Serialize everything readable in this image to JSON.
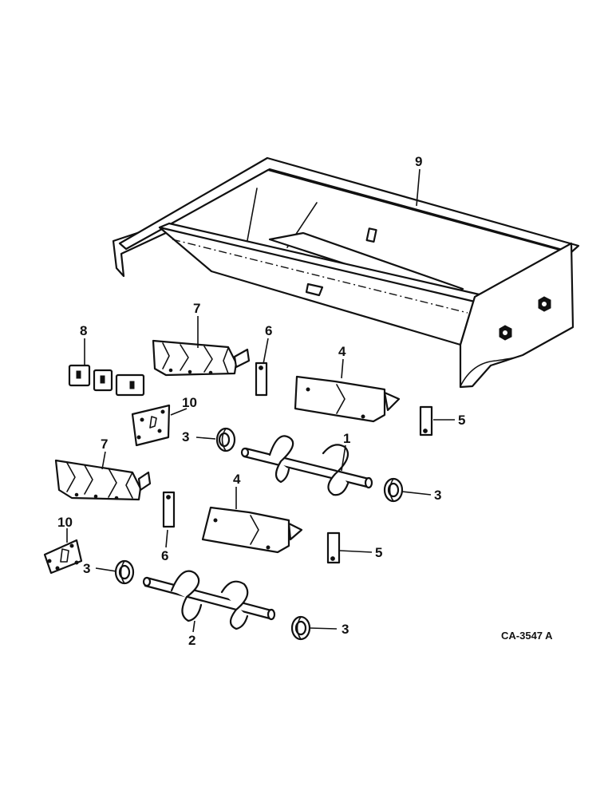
{
  "callouts": {
    "c1": "1",
    "c2": "2",
    "c3": "3",
    "c4": "4",
    "c5": "5",
    "c6": "6",
    "c7": "7",
    "c8": "8",
    "c9": "9",
    "c10": "10"
  },
  "reference": "CA-3547 A"
}
